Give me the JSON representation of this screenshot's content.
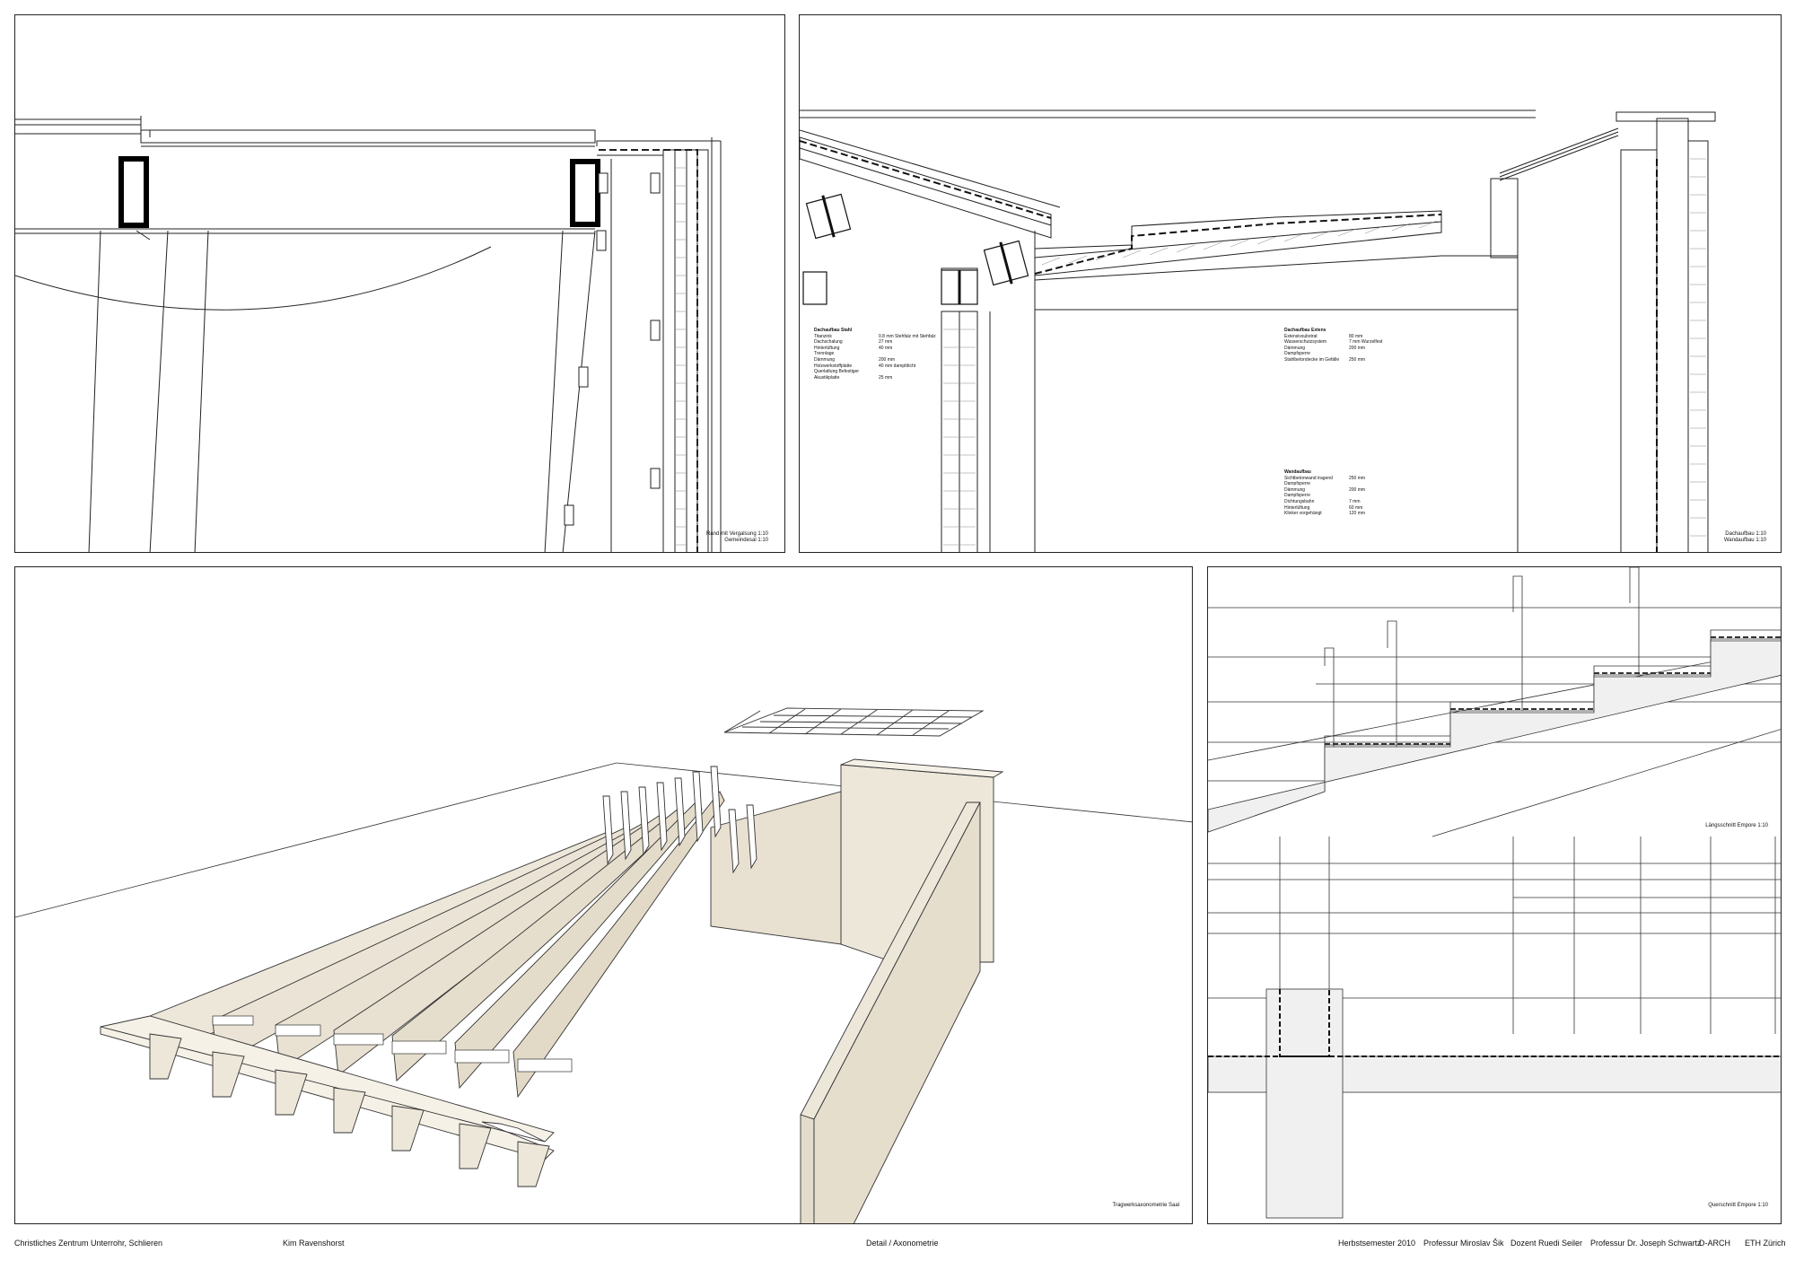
{
  "sheet": {
    "footer": {
      "project": "Christliches Zentrum Unterrohr, Schlieren",
      "author": "Kim Ravenshorst",
      "subject": "Detail / Axonometrie",
      "semester": "Herbstsemester 2010",
      "professor": "Professur Miroslav Šik",
      "lecturer": "Dozent Ruedi Seiler",
      "professor2": "Professur Dr. Joseph Schwartz",
      "dept": "D-ARCH",
      "school": "ETH Zürich"
    }
  },
  "panels": {
    "top_left": {
      "scale_lines": [
        "Rand mit Vergalsung 1:10",
        "Gemeindesal 1:10"
      ]
    },
    "top_right": {
      "scale_lines": [
        "Dachaufbau 1:10",
        "Wandaufbau 1:10"
      ],
      "spec_roof_steel": {
        "title": "Dachaufbau Stahl",
        "rows": [
          {
            "k": "Titanzink",
            "v": "0.8 mm Stehfalz mit Stehfalz"
          },
          {
            "k": "Dachschalung",
            "v": "27 mm"
          },
          {
            "k": "Hinterlüftung",
            "v": "40 mm"
          },
          {
            "k": "Trennlage",
            "v": ""
          },
          {
            "k": "Dämmung",
            "v": "200 mm"
          },
          {
            "k": "Holzwerkstoffplatte",
            "v": "40 mm dampfdicht"
          },
          {
            "k": "Querlattung Befestiger",
            "v": ""
          },
          {
            "k": "Akustikplatte",
            "v": "25 mm"
          }
        ]
      },
      "spec_roof_earth": {
        "title": "Dachaufbau Extens",
        "rows": [
          {
            "k": "Extensivsubstrat",
            "v": "80 mm"
          },
          {
            "k": "Wasserschutzsystem",
            "v": "7 mm Wurzelfest"
          },
          {
            "k": "Dämmung",
            "v": "200 mm"
          },
          {
            "k": "Dampfsperre",
            "v": ""
          },
          {
            "k": "Stahlbetondecke im Gefälle",
            "v": "250 mm"
          }
        ]
      },
      "spec_wall": {
        "title": "Wandaufbau",
        "rows": [
          {
            "k": "Sichtbetonwand tragend",
            "v": "250 mm"
          },
          {
            "k": "Dampfsperre",
            "v": ""
          },
          {
            "k": "Dämmung",
            "v": "200 mm"
          },
          {
            "k": "Dampfsperre",
            "v": ""
          },
          {
            "k": "Dichtungsbahn",
            "v": "7 mm"
          },
          {
            "k": "Hinterlüftung",
            "v": "60 mm"
          },
          {
            "k": "Klinker vorgehängt",
            "v": "120 mm"
          }
        ]
      }
    },
    "bottom_left": {
      "scale_lines": [
        "Tragwerksaxonometrie Saal"
      ]
    },
    "bottom_right": {
      "scale_lines_top": [
        "Längsschnitt Empore 1:10"
      ],
      "scale_lines_bottom": [
        "Querschnitt Empore 1:10"
      ]
    }
  }
}
